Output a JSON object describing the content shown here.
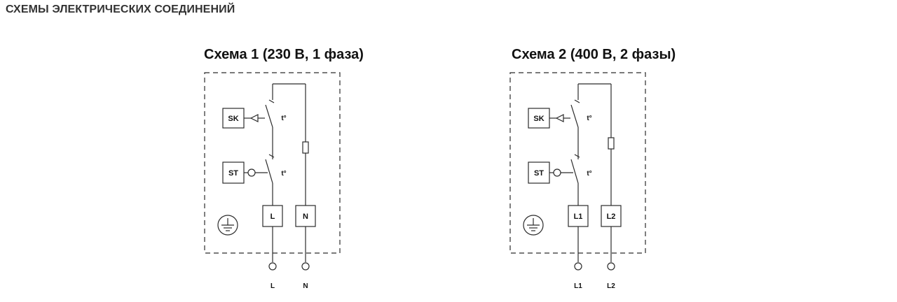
{
  "page": {
    "heading": "СХЕМЫ ЭЛЕКТРИЧЕСКИХ СОЕДИНЕНИЙ"
  },
  "schemes": [
    {
      "title": "Схема 1 (230 В, 1 фаза)",
      "sk_label": "SK",
      "st_label": "ST",
      "temp_label_top": "t°",
      "temp_label_bottom": "t°",
      "terminal_left": "L",
      "terminal_right": "N",
      "output_left": "L",
      "output_right": "N"
    },
    {
      "title": "Схема 2 (400 В, 2 фазы)",
      "sk_label": "SK",
      "st_label": "ST",
      "temp_label_top": "t°",
      "temp_label_bottom": "t°",
      "terminal_left": "L1",
      "terminal_right": "L2",
      "output_left": "L1",
      "output_right": "L2"
    }
  ],
  "colors": {
    "line": "#2b2b2b",
    "heading": "#333333"
  }
}
